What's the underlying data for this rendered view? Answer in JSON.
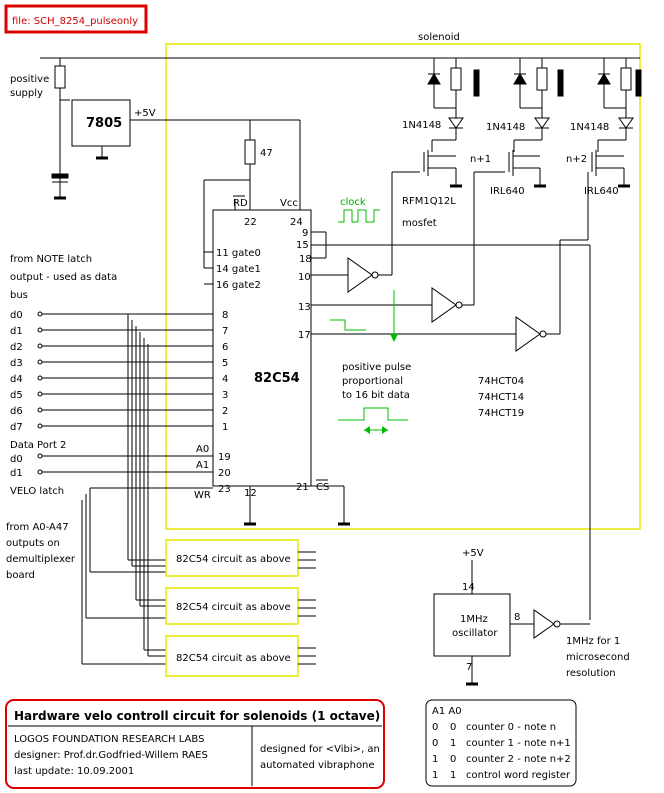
{
  "file_label": "file: SCH_8254_pulseonly",
  "solenoid_label": "solenoid",
  "positive_supply": [
    "positive",
    "supply"
  ],
  "regulator": "7805",
  "plus5v": "+5V",
  "resistor_47": "47",
  "diode": "1N4148",
  "mosfets": [
    "RFM1Q12L",
    "mosfet",
    "IRL640",
    "IRL640"
  ],
  "n_labels": [
    "n+1",
    "n+2"
  ],
  "clock_label": "clock",
  "chip": {
    "name": "82C54",
    "pins_top": [
      "RD",
      "22",
      "Vcc",
      "24"
    ],
    "gates": [
      "11 gate0",
      "14 gate1",
      "16 gate2"
    ],
    "right_pins": [
      "9",
      "15",
      "18",
      "10",
      "13",
      "17"
    ],
    "left_pins": [
      "8",
      "7",
      "6",
      "5",
      "4",
      "3",
      "2",
      "1"
    ],
    "addr_pins": [
      "A0",
      "A1",
      "WR",
      "19",
      "20",
      "23"
    ],
    "bottom_pins": [
      "12",
      "21",
      "CS"
    ]
  },
  "note_latch": [
    "from NOTE latch",
    "output - used as data",
    "bus"
  ],
  "data_lines": [
    "d0",
    "d1",
    "d2",
    "d3",
    "d4",
    "d5",
    "d6",
    "d7"
  ],
  "data_port": [
    "Data Port 2",
    "d0",
    "d1"
  ],
  "velo_latch": "VELO latch",
  "demux": [
    "from A0-A47",
    "outputs on",
    "demultiplexer",
    "board"
  ],
  "circuit_above": [
    "82C54 circuit as above",
    "82C54 circuit as above",
    "82C54 circuit as above"
  ],
  "pulse_note": [
    "positive pulse",
    "proportional",
    "to 16 bit data"
  ],
  "ics": [
    "74HCT04",
    "74HCT14",
    "74HCT19"
  ],
  "oscillator": {
    "name": [
      "1MHz",
      "oscillator"
    ],
    "pins": [
      "14",
      "8",
      "7"
    ],
    "supply": "+5V"
  },
  "resolution": [
    "1MHz for 1",
    "microsecond",
    "resolution"
  ],
  "title_box": {
    "title": "Hardware velo controll circuit for solenoids  (1 octave)",
    "lines": [
      "LOGOS FOUNDATION RESEARCH LABS",
      "designer: Prof.dr.Godfried-Willem RAES",
      "last update: 10.09.2001"
    ],
    "designed": [
      "designed for <Vibi>, an",
      "automated vibraphone"
    ]
  },
  "address_table": {
    "header": "A1 A0",
    "rows": [
      [
        "0",
        "0",
        "counter 0 - note n"
      ],
      [
        "0",
        "1",
        "counter 1 - note n+1"
      ],
      [
        "1",
        "0",
        "counter 2 - note n+2"
      ],
      [
        "1",
        "1",
        "control word register"
      ]
    ]
  },
  "colors": {
    "frame_red": "#dd0000",
    "solenoid_box": "#e8e800",
    "signal_green": "#00bb00"
  }
}
